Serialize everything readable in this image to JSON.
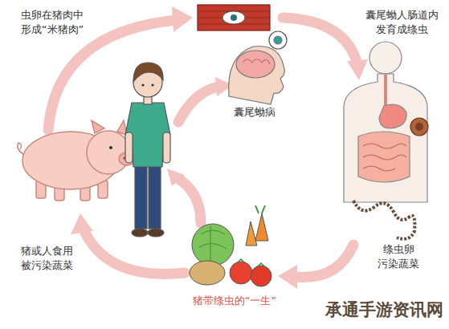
{
  "diagram": {
    "caption": "猪带绦虫的“一生”",
    "labels": [
      "虫卵在猪肉中 形成“米猪肉”",
      "囊尾蚴病",
      "囊尾蚴人肠道内 发育成绦虫",
      "绦虫卵 污染蔬菜",
      "猪或人食用 被污染蔬菜",
      "承通手游资讯网"
    ]
  }
}
